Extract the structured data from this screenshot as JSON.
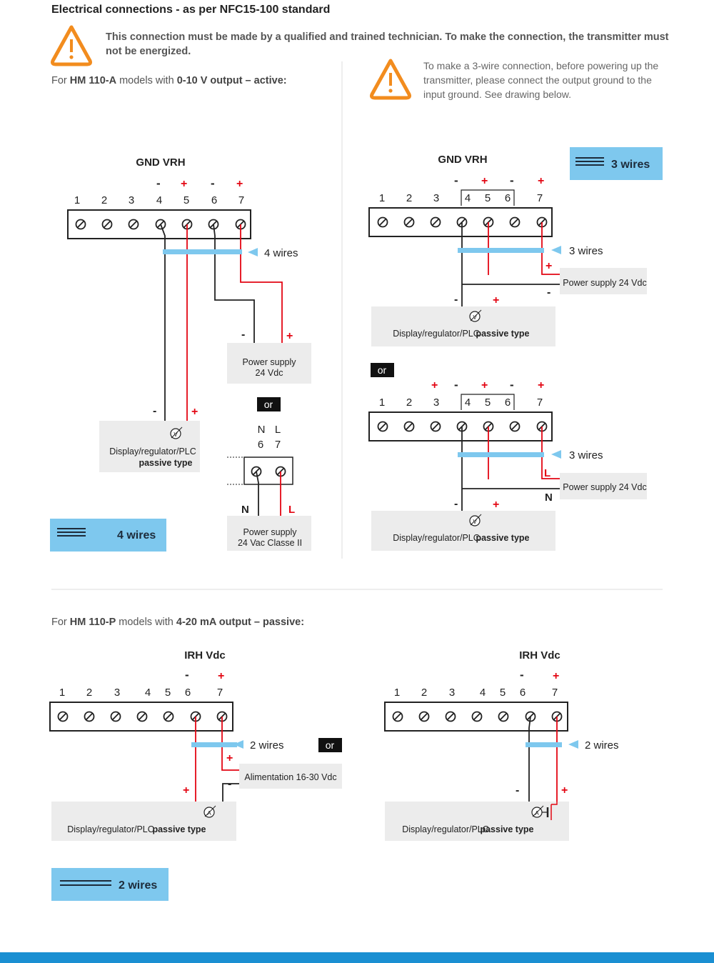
{
  "title": "Electrical connections - as per NFC15-100 standard",
  "warning_main": "This connection must be made by a qualified and trained technician. To make the connection, the transmitter must not be energized.",
  "warning_3wire": "To make a 3-wire connection, before powering up the transmitter, please connect the output ground to the input ground. See drawing below.",
  "section_a": {
    "prefix": "For ",
    "model": "HM 110-A",
    "mid": " models with ",
    "output": "0-10 V output – active:"
  },
  "section_p": {
    "prefix": "For ",
    "model": "HM 110-P",
    "mid": " models with ",
    "output": "4-20 mA output – passive:"
  },
  "gnd_vrh": "GND VRH",
  "irh_vdc": "IRH  Vdc",
  "minus": "-",
  "plus": "+",
  "terminals": [
    "1",
    "2",
    "3",
    "4",
    "5",
    "6",
    "7"
  ],
  "wires4": "4 wires",
  "wires3": "3 wires",
  "wires2": "2 wires",
  "or": "or",
  "power_supply": "Power supply",
  "vdc24": "24 Vdc",
  "power_supply_24vdc": "Power supply 24 Vdc",
  "vac24_classe": "24 Vac Classe II",
  "alimentation": "Alimentation 16-30 Vdc",
  "display_line1": "Display/regulator/PLC",
  "display_line2": "passive type",
  "display_prefix": "Display/regulator/PLC ",
  "N": "N",
  "L": "L",
  "n_label": "N",
  "l_label": "L",
  "six": "6",
  "seven": "7",
  "volt": "V",
  "amp": "A",
  "colors": {
    "red": "#e30613",
    "blue": "#7ec8ee",
    "grey_box": "#ececec",
    "orange": "#f28c1e",
    "footer": "#1a8fd2"
  }
}
